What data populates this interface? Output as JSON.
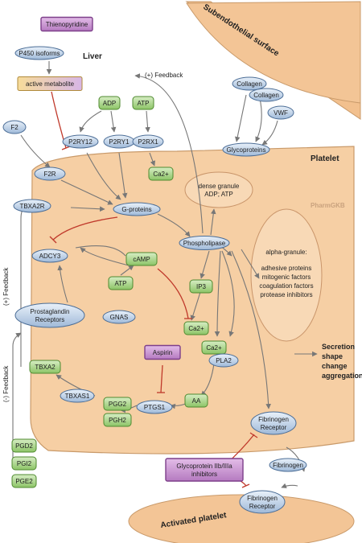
{
  "regions": {
    "platelet": "Platelet",
    "subendothelial": "Subendothelial surface",
    "activated": "Activated platelet",
    "liver": "Liver",
    "watermark": "PharmGKB"
  },
  "drugs": {
    "thienopyridine": "Thienopyridine",
    "aspirin": "Aspirin",
    "gp_line1": "Glycoprotein IIb/IIIa",
    "gp_line2": "inhibitors"
  },
  "proteins": {
    "p450": "P450 isoforms",
    "f2": "F2",
    "f2r": "F2R",
    "p2ry12": "P2RY12",
    "p2ry1": "P2RY1",
    "p2rx1": "P2RX1",
    "collagen1": "Collagen",
    "collagen2": "Collagen",
    "vwf": "VWF",
    "glycoproteins": "Glycoproteins",
    "tbxa2r": "TBXA2R",
    "gproteins": "G-proteins",
    "phospholipase": "Phospholipase",
    "adcy3": "ADCY3",
    "pg_line1": "Prostaglandin",
    "pg_line2": "Receptors",
    "gnas": "GNAS",
    "pla2": "PLA2",
    "ptgs1": "PTGS1",
    "tbxas1": "TBXAS1",
    "fibrinogen_receptor_line1": "Fibrinogen",
    "fibrinogen_receptor_line2": "Receptor",
    "fibrinogen": "Fibrinogen",
    "act_receptor_line1": "Fibrinogen",
    "act_receptor_line2": "Receptor"
  },
  "metabolites": {
    "active_metabolite": "active metabolite",
    "adp": "ADP",
    "atp_top": "ATP",
    "ca_top": "Ca2+",
    "camp": "cAMP",
    "atp_mid": "ATP",
    "ip3": "IP3",
    "ca_mid": "Ca2+",
    "ca_low": "Ca2+",
    "aa": "AA",
    "pgg2": "PGG2",
    "pgh2": "PGH2",
    "tbxa2": "TBXA2",
    "pgd2": "PGD2",
    "pgi2": "PGI2",
    "pge2": "PGE2"
  },
  "granules": {
    "dense_line1": "dense granule",
    "dense_line2": "ADP; ATP",
    "alpha_title": "alpha-granule:",
    "alpha_1": "adhesive proteins",
    "alpha_2": "mitogenic factors",
    "alpha_3": "coagulation factors",
    "alpha_4": "protease inhibitors"
  },
  "feedback": {
    "top": "(+) Feedback",
    "left_plus": "(+) Feedback",
    "left_minus": "(-) Feedback"
  },
  "outcomes": {
    "line1": "Secretion",
    "line2": "shape",
    "line3": "change",
    "line4": "aggregation"
  },
  "colors": {
    "cell": "#f6cfa4",
    "protein": "#bfd3ea",
    "metabolite": "#a8d48a",
    "drug": "#c88fd0",
    "inhibit": "#c0392b"
  }
}
